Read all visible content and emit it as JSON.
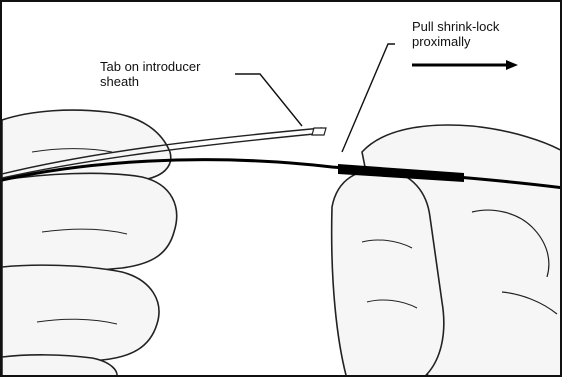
{
  "callouts": {
    "tab_line1": "Tab on introducer",
    "tab_line2": "sheath",
    "pull_line1": "Pull shrink-lock",
    "pull_line2": "proximally"
  },
  "icons": {
    "direction_arrow": "right-arrow-icon"
  },
  "colors": {
    "ink": "#111111",
    "background": "#ffffff",
    "shrink_lock": "#000000"
  }
}
